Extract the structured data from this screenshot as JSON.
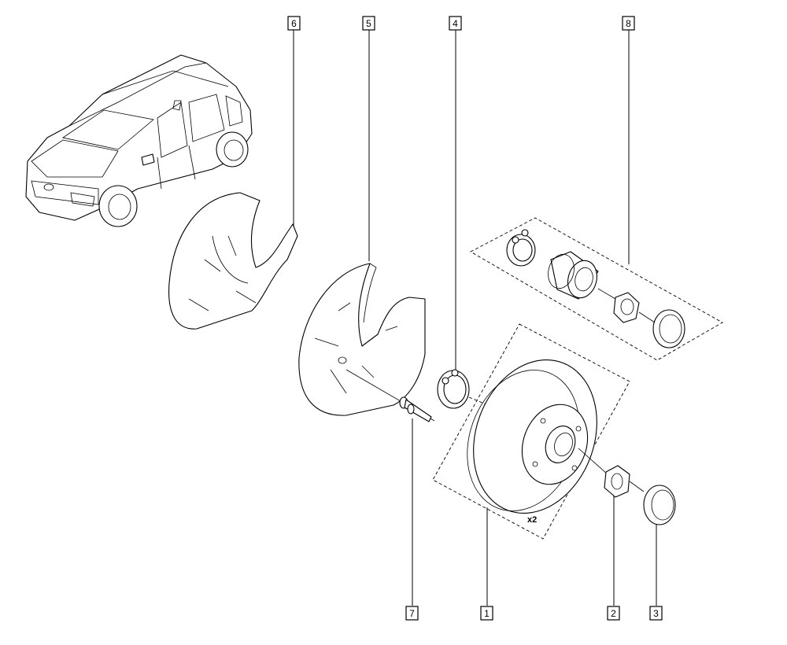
{
  "callouts": {
    "c1": "1",
    "c2": "2",
    "c3": "3",
    "c4": "4",
    "c5": "5",
    "c6": "6",
    "c7": "7",
    "c8": "8"
  },
  "quantity_label": "x2"
}
